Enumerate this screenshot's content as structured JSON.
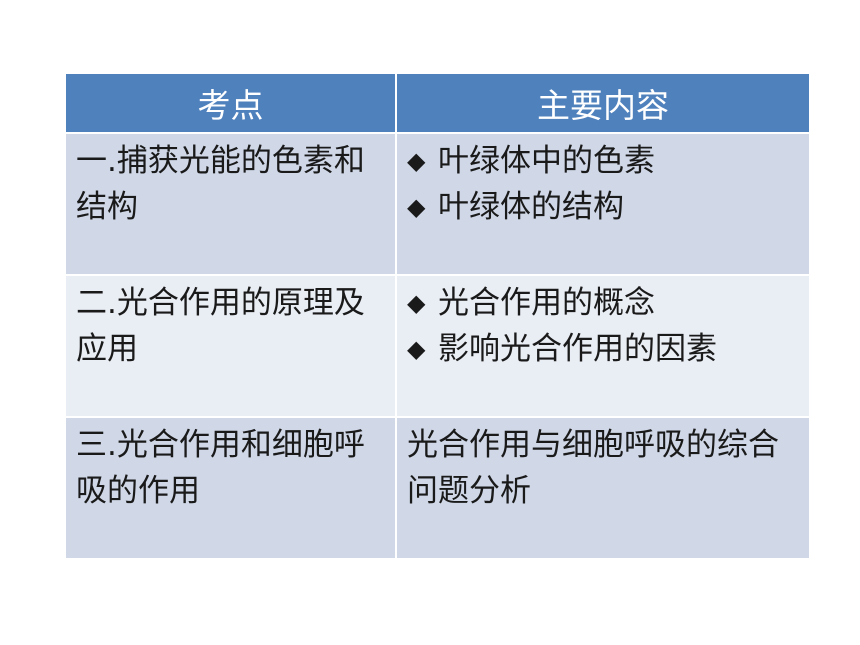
{
  "table": {
    "headers": [
      "考点",
      "主要内容"
    ],
    "header_color": "#4f81bd",
    "row_colors": [
      "#d0d8e8",
      "#e9edf4"
    ],
    "rows": [
      {
        "topic": "一.捕获光能的色素和结构",
        "bullet": "◆",
        "contents": [
          "叶绿体中的色素",
          "叶绿体的结构"
        ]
      },
      {
        "topic": "二.光合作用的原理及应用",
        "bullet": "◆",
        "contents": [
          "光合作用的概念",
          "影响光合作用的因素"
        ]
      },
      {
        "topic": "三.光合作用和细胞呼吸的作用",
        "content_text": "光合作用与细胞呼吸的综合问题分析"
      }
    ]
  }
}
